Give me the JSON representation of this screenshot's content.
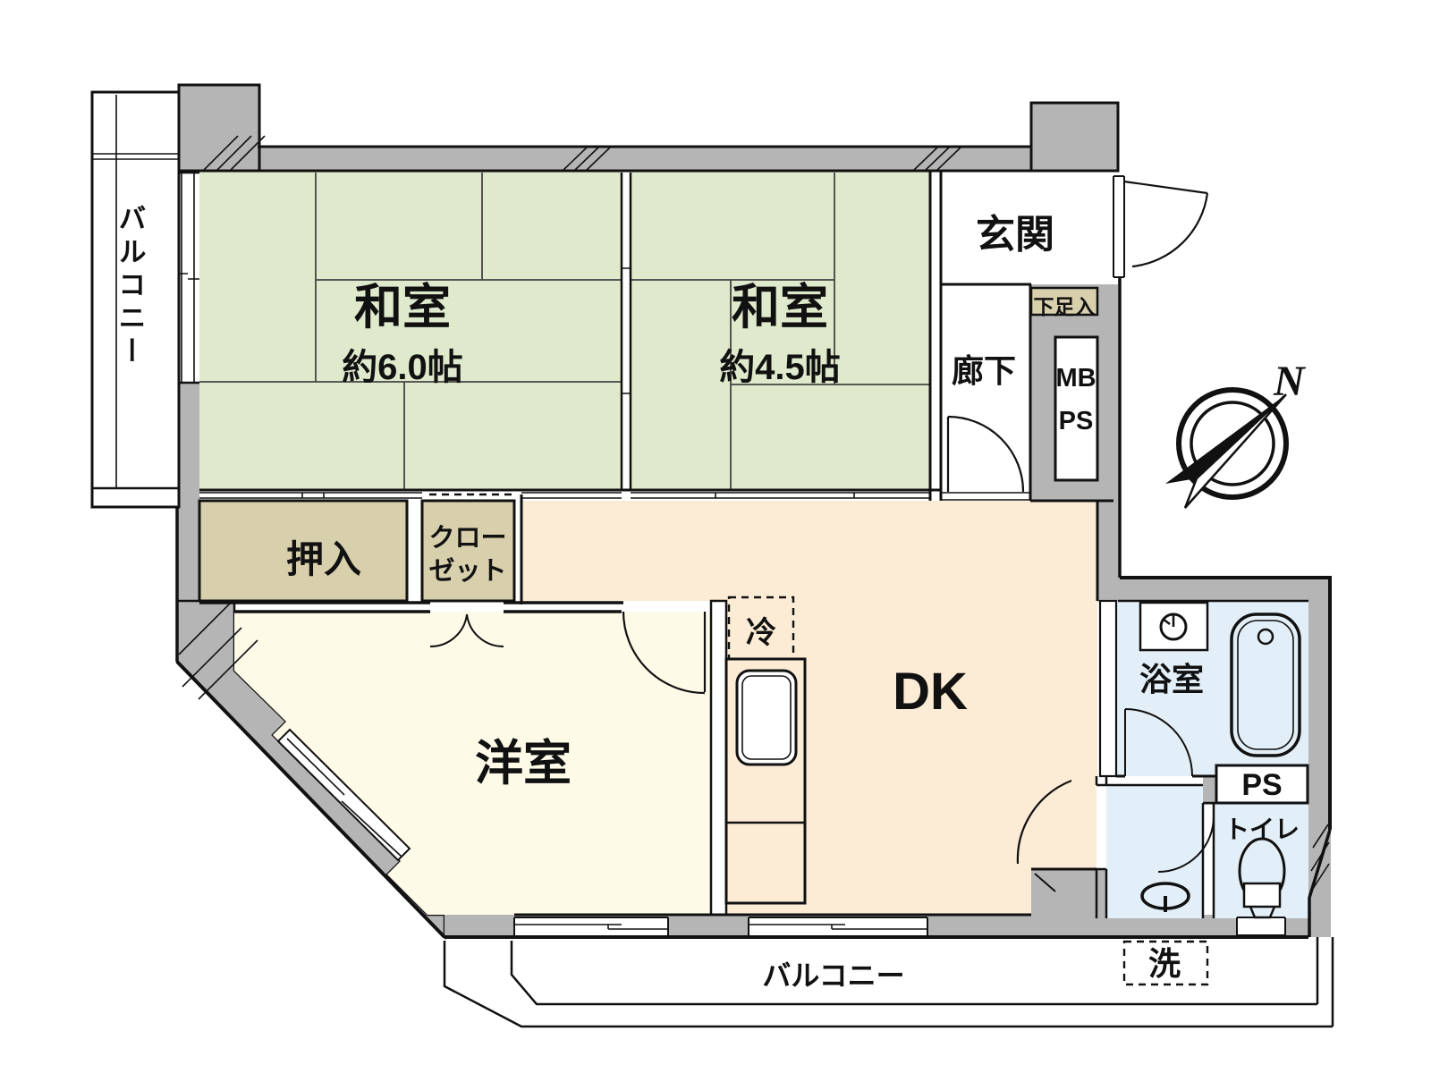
{
  "plan": {
    "rooms": {
      "washitsu_left": {
        "name": "和室",
        "size": "約6.0帖"
      },
      "washitsu_right": {
        "name": "和室",
        "size": "約4.5帖"
      },
      "western": {
        "name": "洋室"
      },
      "dk": {
        "name": "DK"
      },
      "entrance": {
        "name": "玄関"
      },
      "hallway": {
        "name": "廊下"
      },
      "oshiire": {
        "name": "押入"
      },
      "closet": {
        "line1": "クロー",
        "line2": "ゼット"
      },
      "shoe_cabinet": {
        "name": "下足入"
      },
      "meter_box": {
        "line1": "MB",
        "line2": "PS"
      },
      "bathroom": {
        "name": "浴室"
      },
      "pipe_space": {
        "name": "PS"
      },
      "toilet": {
        "name": "トイレ"
      },
      "balcony_left": {
        "name": "バルコニー"
      },
      "balcony_bottom": {
        "name": "バルコニー"
      }
    },
    "fixtures": {
      "refrigerator": "冷",
      "washer": "洗"
    },
    "compass": {
      "north": "N"
    },
    "colors": {
      "tatami": "#dfeacd",
      "wood": "#d8cfad",
      "cream": "#fdfae8",
      "dining": "#fcecd5",
      "water": "#e3eff8",
      "wall": "#b5b5b5",
      "white": "#ffffff"
    }
  }
}
